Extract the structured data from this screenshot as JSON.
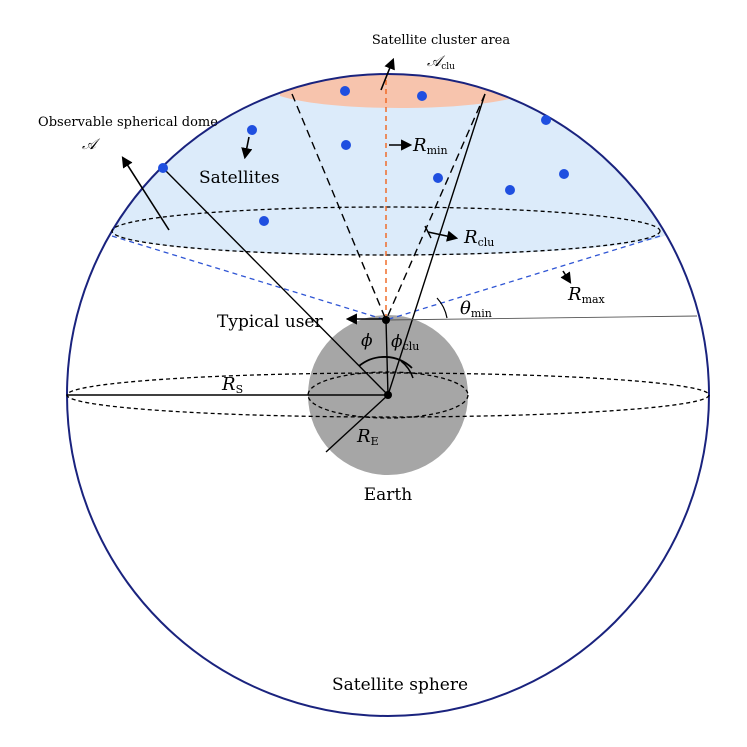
{
  "labels": {
    "cluster_area": "Satellite cluster area",
    "cluster_area_symbol": "𝒜",
    "cluster_area_sub": "clu",
    "dome": "Observable spherical dome",
    "dome_symbol": "𝒜",
    "satellites": "Satellites",
    "r_min": "R",
    "r_min_sub": "min",
    "r_clu": "R",
    "r_clu_sub": "clu",
    "r_max": "R",
    "r_max_sub": "max",
    "theta_min": "θ",
    "theta_min_sub": "min",
    "typical_user": "Typical user",
    "phi": "ϕ",
    "phi_clu": "ϕ",
    "phi_clu_sub": "clu",
    "r_s": "R",
    "r_s_sub": "S",
    "r_e": "R",
    "r_e_sub": "E",
    "earth": "Earth",
    "sphere": "Satellite sphere"
  },
  "colors": {
    "sphere_outline": "#1a237e",
    "dome_fill": "#dcebfa",
    "cluster_fill": "#f7c4ad",
    "satellite_dot": "#1f4fe0",
    "earth_fill": "#a6a6a6",
    "cone_dash_blue": "#2f55d4",
    "cluster_axis": "#f0631c"
  }
}
